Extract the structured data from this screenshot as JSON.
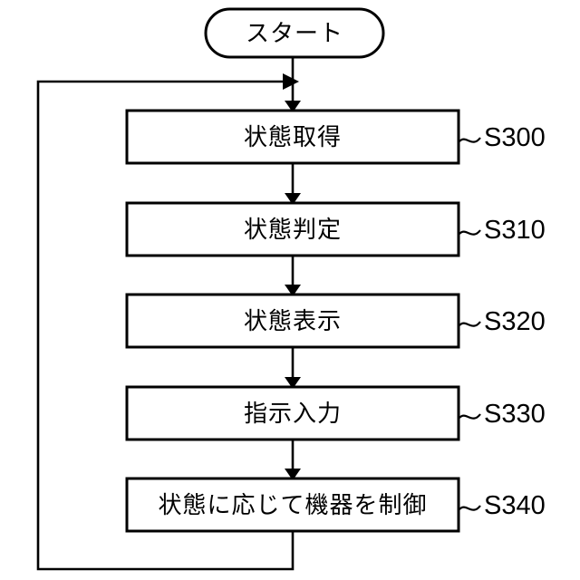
{
  "diagram": {
    "title": "flowchart",
    "background_color": "#ffffff",
    "line_color": "#000000",
    "start_node": {
      "label": "スタート",
      "shape": "stadium"
    },
    "steps": [
      {
        "label": "状態取得",
        "step_id": "S300",
        "shape": "rect"
      },
      {
        "label": "状態判定",
        "step_id": "S310",
        "shape": "rect"
      },
      {
        "label": "状態表示",
        "step_id": "S320",
        "shape": "rect"
      },
      {
        "label": "指示入力",
        "step_id": "S330",
        "shape": "rect"
      },
      {
        "label": "状態に応じて機器を制御",
        "step_id": "S340",
        "shape": "rect"
      }
    ],
    "loop": {
      "description": "loop-back from last step to entry of first step",
      "arrow_direction": "right"
    }
  }
}
